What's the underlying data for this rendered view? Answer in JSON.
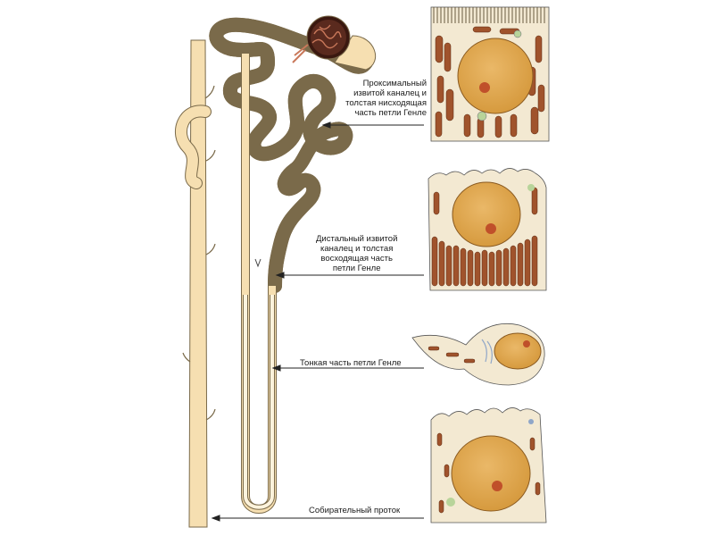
{
  "labels": {
    "proximal": [
      "Проксимальный",
      "извитой каналец и",
      "толстая нисходящая",
      "часть петли Генле"
    ],
    "distal": [
      "Дистальный извитой",
      "каналец и толстая",
      "восходящая часть",
      "петли Генле"
    ],
    "thin": "Тонкая часть петли Генле",
    "collecting": "Собирательный проток"
  },
  "colors": {
    "tubule": "#f6dfb1",
    "tubule_outline": "#7a6a4a",
    "cytoplasm": "#f3e9d2",
    "nucleus": "#e0a84a",
    "nucleolus": "#c0502a",
    "mitochondria": "#a0532c",
    "glomerulus": "#5a2a1e",
    "vesicle_green": "#b8d49a",
    "vesicle_blue": "#8fa6c8",
    "line": "#222222"
  }
}
